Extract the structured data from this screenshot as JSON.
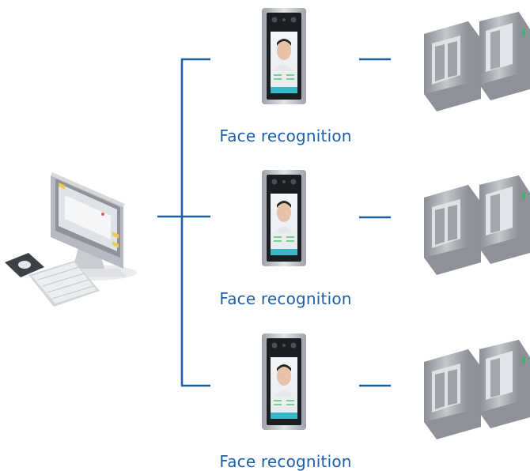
{
  "nodes": [
    {
      "label": "Face recognition"
    },
    {
      "label": "Face recognition"
    },
    {
      "label": "Face recognition"
    }
  ],
  "colors": {
    "connector": "#1e5fa8",
    "label": "#1e5fa8",
    "device_frame": "#b9bcc2",
    "device_screen": "#1a1d22",
    "gate_body": "#9a9da3"
  },
  "icons": {
    "computer": "desktop-computer-icon",
    "device": "face-recognition-terminal-icon",
    "gate": "turnstile-gate-icon"
  }
}
